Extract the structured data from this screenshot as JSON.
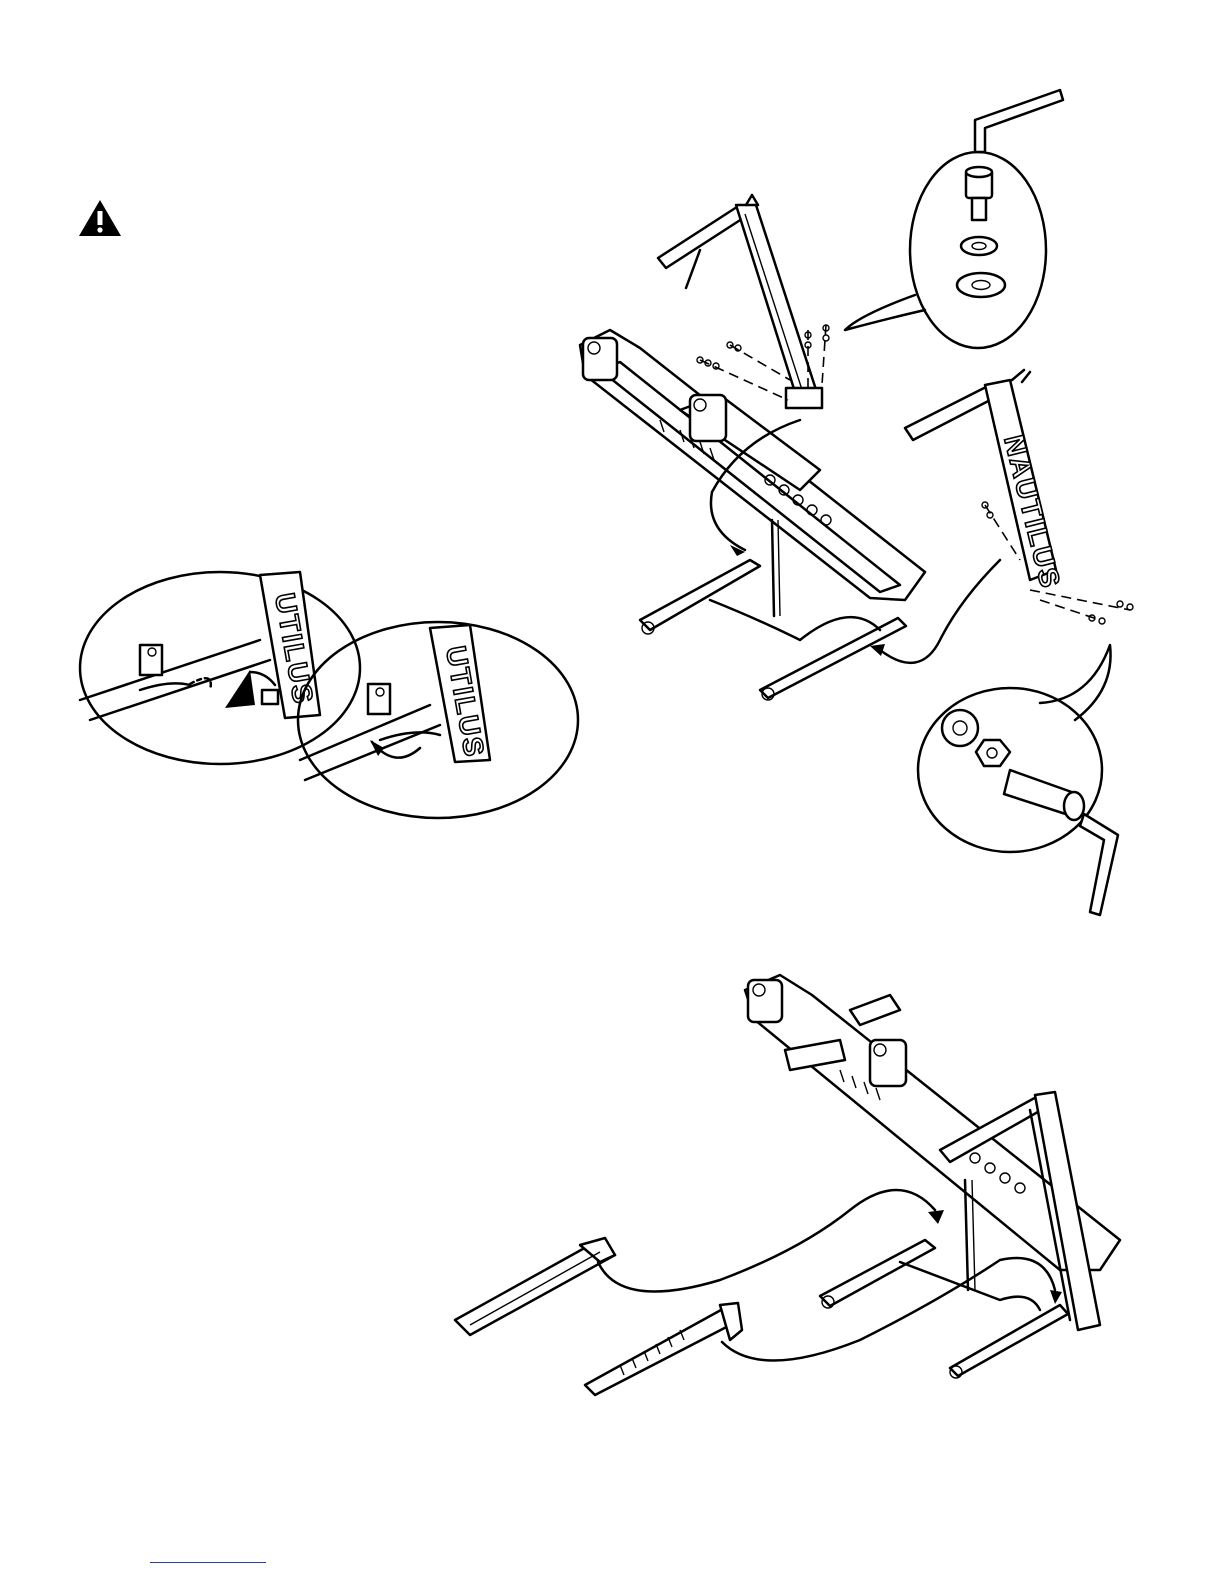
{
  "document": {
    "brand_wordmark": "NAUTILUS",
    "brand_wordmark_partial_a": "UTILUS",
    "brand_wordmark_partial_b": "UTILUS"
  },
  "icons": {
    "warning": "warning-triangle-icon"
  },
  "colors": {
    "ink": "#000000",
    "paper": "#ffffff",
    "footer_link": "#2a3db0"
  }
}
